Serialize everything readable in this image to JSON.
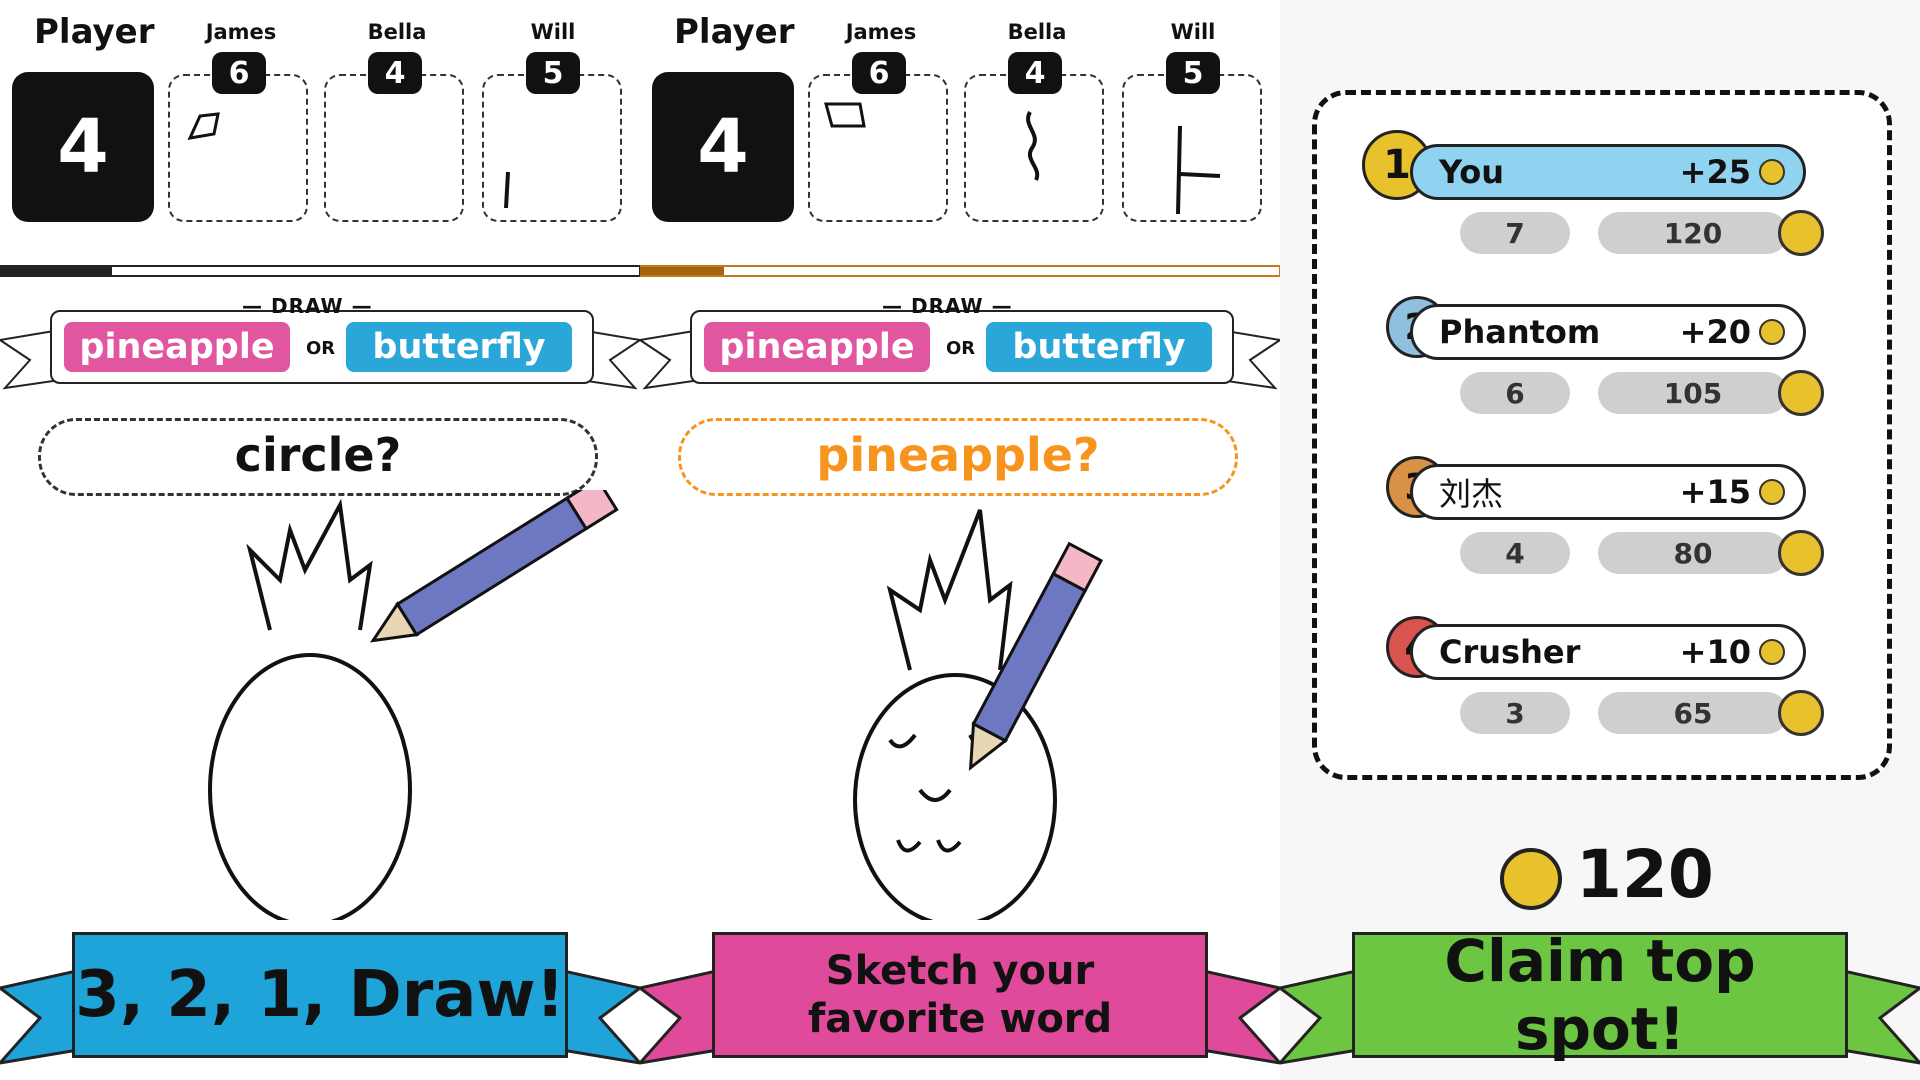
{
  "panel1": {
    "header": {
      "player_label": "Player",
      "james": "James",
      "bella": "Bella",
      "will": "Will"
    },
    "player_score": "4",
    "scores": {
      "james": "6",
      "bella": "4",
      "will": "5"
    },
    "draw_label": "— DRAW —",
    "word1": "pineapple",
    "or_label": "OR",
    "word2": "butterfly",
    "guess": "circle?",
    "banner": "3, 2, 1, Draw!"
  },
  "panel2": {
    "header": {
      "player_label": "Player",
      "james": "James",
      "bella": "Bella",
      "will": "Will"
    },
    "player_score": "4",
    "scores": {
      "james": "6",
      "bella": "4",
      "will": "5"
    },
    "draw_label": "— DRAW —",
    "word1": "pineapple",
    "or_label": "OR",
    "word2": "butterfly",
    "guess": "pineapple?",
    "banner": "Sketch your favorite word"
  },
  "panel3": {
    "leaderboard": [
      {
        "rank": "1",
        "name": "You",
        "delta": "+25",
        "stat1": "7",
        "stat2": "120"
      },
      {
        "rank": "2",
        "name": "Phantom",
        "delta": "+20",
        "stat1": "6",
        "stat2": "105"
      },
      {
        "rank": "3",
        "name": "刘杰",
        "delta": "+15",
        "stat1": "4",
        "stat2": "80"
      },
      {
        "rank": "4",
        "name": "Crusher",
        "delta": "+10",
        "stat1": "3",
        "stat2": "65"
      }
    ],
    "total_coins": "120",
    "banner": "Claim top spot!"
  },
  "colors": {
    "pink": "#e0569f",
    "cyan": "#2aa6d8",
    "orange": "#f7941d",
    "green": "#6cc641",
    "blue_banner": "#1fa4d9",
    "pink_banner": "#e04a9b",
    "gold": "#e8c22c",
    "silver": "#8fc0dd",
    "bronze": "#d99245",
    "red": "#d9534f"
  }
}
